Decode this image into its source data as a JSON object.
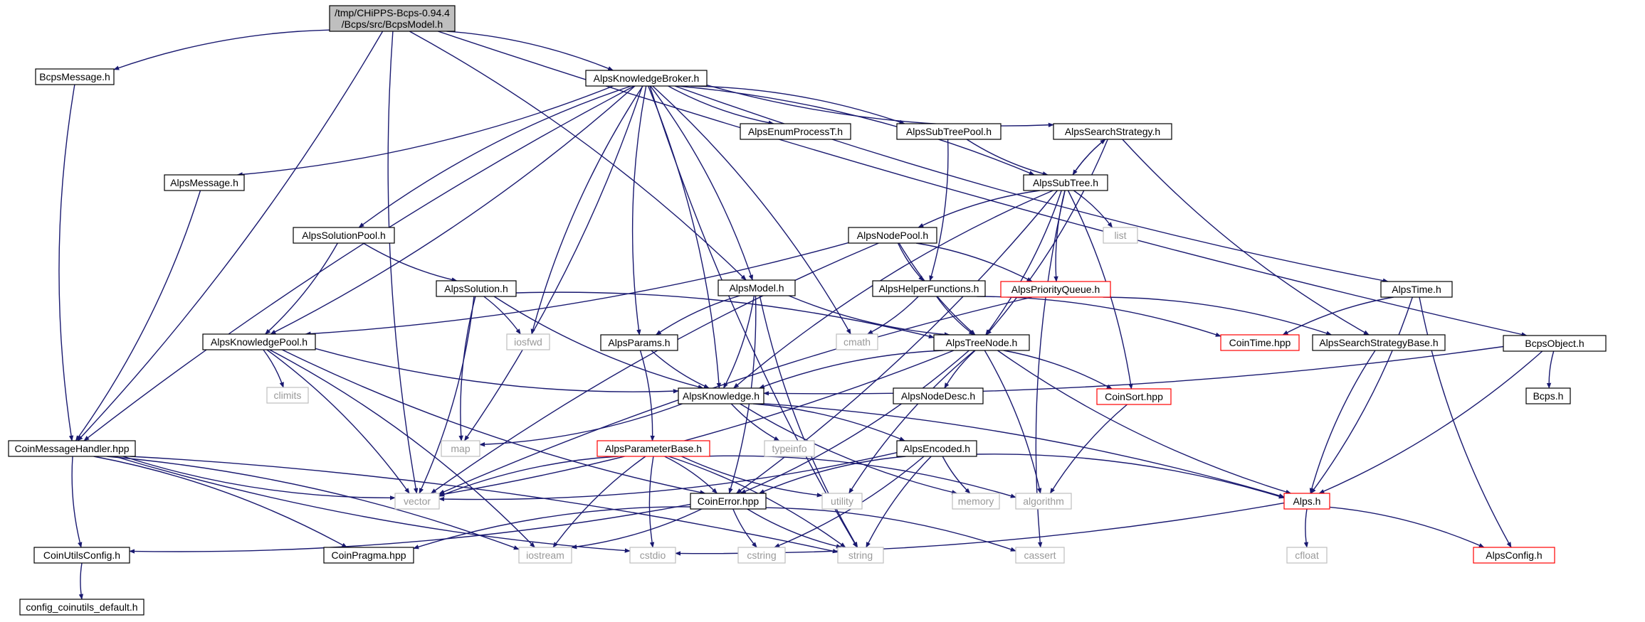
{
  "colors": {
    "edge": "#191970",
    "node_border": "#000000",
    "root_fill": "#bfbfbf",
    "node_fill": "#ffffff",
    "truncated_border": "#ff0000",
    "system_border": "#bfbfbf",
    "system_text": "#999999",
    "text": "#000000"
  },
  "nodes": [
    {
      "id": "root",
      "label": "/tmp/CHiPPS-Bcps-0.94.4\n/Bcps/src/BcpsModel.h",
      "kind": "root"
    },
    {
      "id": "BcpsMessage",
      "label": "BcpsMessage.h",
      "kind": "normal"
    },
    {
      "id": "AlpsKB",
      "label": "AlpsKnowledgeBroker.h",
      "kind": "normal"
    },
    {
      "id": "BcpsObject",
      "label": "BcpsObject.h",
      "kind": "normal"
    },
    {
      "id": "AlpsMessage",
      "label": "AlpsMessage.h",
      "kind": "normal"
    },
    {
      "id": "AlpsEnum",
      "label": "AlpsEnumProcessT.h",
      "kind": "normal"
    },
    {
      "id": "AlpsSubTreePool",
      "label": "AlpsSubTreePool.h",
      "kind": "normal"
    },
    {
      "id": "AlpsSearchStrategy",
      "label": "AlpsSearchStrategy.h",
      "kind": "normal"
    },
    {
      "id": "AlpsSubTree",
      "label": "AlpsSubTree.h",
      "kind": "normal"
    },
    {
      "id": "AlpsSolutionPool",
      "label": "AlpsSolutionPool.h",
      "kind": "normal"
    },
    {
      "id": "AlpsNodePool",
      "label": "AlpsNodePool.h",
      "kind": "normal"
    },
    {
      "id": "list",
      "label": "list",
      "kind": "system"
    },
    {
      "id": "AlpsSolution",
      "label": "AlpsSolution.h",
      "kind": "normal"
    },
    {
      "id": "AlpsModel",
      "label": "AlpsModel.h",
      "kind": "normal"
    },
    {
      "id": "AlpsHelperFunctions",
      "label": "AlpsHelperFunctions.h",
      "kind": "normal"
    },
    {
      "id": "AlpsPriorityQueue",
      "label": "AlpsPriorityQueue.h",
      "kind": "truncated"
    },
    {
      "id": "AlpsTime",
      "label": "AlpsTime.h",
      "kind": "normal"
    },
    {
      "id": "AlpsKnowledgePool",
      "label": "AlpsKnowledgePool.h",
      "kind": "normal"
    },
    {
      "id": "iosfwd",
      "label": "iosfwd",
      "kind": "system"
    },
    {
      "id": "AlpsParams",
      "label": "AlpsParams.h",
      "kind": "normal"
    },
    {
      "id": "cmath",
      "label": "cmath",
      "kind": "system"
    },
    {
      "id": "AlpsTreeNode",
      "label": "AlpsTreeNode.h",
      "kind": "normal"
    },
    {
      "id": "CoinTime",
      "label": "CoinTime.hpp",
      "kind": "truncated"
    },
    {
      "id": "AlpsSearchStrategyBase",
      "label": "AlpsSearchStrategyBase.h",
      "kind": "normal"
    },
    {
      "id": "climits",
      "label": "climits",
      "kind": "system"
    },
    {
      "id": "AlpsKnowledge",
      "label": "AlpsKnowledge.h",
      "kind": "normal"
    },
    {
      "id": "AlpsNodeDesc",
      "label": "AlpsNodeDesc.h",
      "kind": "normal"
    },
    {
      "id": "CoinSort",
      "label": "CoinSort.hpp",
      "kind": "truncated"
    },
    {
      "id": "Bcps",
      "label": "Bcps.h",
      "kind": "normal"
    },
    {
      "id": "CoinMessageHandler",
      "label": "CoinMessageHandler.hpp",
      "kind": "normal"
    },
    {
      "id": "map",
      "label": "map",
      "kind": "system"
    },
    {
      "id": "AlpsParameterBase",
      "label": "AlpsParameterBase.h",
      "kind": "truncated"
    },
    {
      "id": "typeinfo",
      "label": "typeinfo",
      "kind": "system"
    },
    {
      "id": "AlpsEncoded",
      "label": "AlpsEncoded.h",
      "kind": "normal"
    },
    {
      "id": "vector",
      "label": "vector",
      "kind": "system"
    },
    {
      "id": "utility",
      "label": "utility",
      "kind": "system"
    },
    {
      "id": "memory",
      "label": "memory",
      "kind": "system"
    },
    {
      "id": "algorithm",
      "label": "algorithm",
      "kind": "system"
    },
    {
      "id": "Alps",
      "label": "Alps.h",
      "kind": "truncated"
    },
    {
      "id": "CoinError",
      "label": "CoinError.hpp",
      "kind": "normal"
    },
    {
      "id": "CoinUtilsConfig",
      "label": "CoinUtilsConfig.h",
      "kind": "normal"
    },
    {
      "id": "CoinPragma",
      "label": "CoinPragma.hpp",
      "kind": "normal"
    },
    {
      "id": "iostream",
      "label": "iostream",
      "kind": "system"
    },
    {
      "id": "cstdio",
      "label": "cstdio",
      "kind": "system"
    },
    {
      "id": "cstring",
      "label": "cstring",
      "kind": "system"
    },
    {
      "id": "string",
      "label": "string",
      "kind": "system"
    },
    {
      "id": "cassert",
      "label": "cassert",
      "kind": "system"
    },
    {
      "id": "cfloat",
      "label": "cfloat",
      "kind": "system"
    },
    {
      "id": "AlpsConfig",
      "label": "AlpsConfig.h",
      "kind": "truncated"
    },
    {
      "id": "config_coinutils",
      "label": "config_coinutils_default.h",
      "kind": "normal"
    }
  ],
  "edges": [
    [
      "root",
      "BcpsMessage"
    ],
    [
      "root",
      "AlpsKB"
    ],
    [
      "root",
      "BcpsObject"
    ],
    [
      "root",
      "CoinMessageHandler"
    ],
    [
      "root",
      "vector"
    ],
    [
      "root",
      "AlpsModel"
    ],
    [
      "BcpsMessage",
      "CoinMessageHandler"
    ],
    [
      "AlpsKB",
      "AlpsMessage"
    ],
    [
      "AlpsKB",
      "AlpsEnum"
    ],
    [
      "AlpsKB",
      "AlpsSubTreePool"
    ],
    [
      "AlpsKB",
      "AlpsSearchStrategy"
    ],
    [
      "AlpsKB",
      "AlpsSubTree"
    ],
    [
      "AlpsKB",
      "AlpsSolutionPool"
    ],
    [
      "AlpsKB",
      "AlpsModel"
    ],
    [
      "AlpsKB",
      "AlpsTime"
    ],
    [
      "AlpsKB",
      "AlpsKnowledgePool"
    ],
    [
      "AlpsKB",
      "AlpsParams"
    ],
    [
      "AlpsKB",
      "AlpsKnowledge"
    ],
    [
      "AlpsKB",
      "CoinMessageHandler"
    ],
    [
      "AlpsKB",
      "map"
    ],
    [
      "AlpsKB",
      "iosfwd"
    ],
    [
      "AlpsKB",
      "cmath"
    ],
    [
      "AlpsKB",
      "string"
    ],
    [
      "AlpsMessage",
      "CoinMessageHandler"
    ],
    [
      "AlpsSubTreePool",
      "AlpsSubTree"
    ],
    [
      "AlpsSubTreePool",
      "AlpsHelperFunctions"
    ],
    [
      "AlpsSearchStrategy",
      "AlpsSubTree"
    ],
    [
      "AlpsSearchStrategy",
      "AlpsTreeNode"
    ],
    [
      "AlpsSearchStrategy",
      "AlpsSearchStrategyBase"
    ],
    [
      "AlpsSubTree",
      "AlpsSearchStrategy"
    ],
    [
      "AlpsSubTree",
      "AlpsNodePool"
    ],
    [
      "AlpsSubTree",
      "list"
    ],
    [
      "AlpsSubTree",
      "AlpsPriorityQueue"
    ],
    [
      "AlpsSubTree",
      "AlpsTreeNode"
    ],
    [
      "AlpsSubTree",
      "AlpsKnowledge"
    ],
    [
      "AlpsSubTree",
      "CoinSort"
    ],
    [
      "AlpsSubTree",
      "cassert"
    ],
    [
      "AlpsSubTree",
      "CoinError"
    ],
    [
      "AlpsSolutionPool",
      "AlpsSolution"
    ],
    [
      "AlpsSolutionPool",
      "AlpsKnowledgePool"
    ],
    [
      "AlpsNodePool",
      "AlpsHelperFunctions"
    ],
    [
      "AlpsNodePool",
      "AlpsPriorityQueue"
    ],
    [
      "AlpsNodePool",
      "AlpsTreeNode"
    ],
    [
      "AlpsNodePool",
      "AlpsKnowledgePool"
    ],
    [
      "AlpsNodePool",
      "vector"
    ],
    [
      "AlpsSolution",
      "iosfwd"
    ],
    [
      "AlpsSolution",
      "map"
    ],
    [
      "AlpsSolution",
      "vector"
    ],
    [
      "AlpsSolution",
      "AlpsKnowledge"
    ],
    [
      "AlpsSolution",
      "AlpsTreeNode"
    ],
    [
      "AlpsModel",
      "AlpsParams"
    ],
    [
      "AlpsModel",
      "AlpsKnowledge"
    ],
    [
      "AlpsModel",
      "AlpsTreeNode"
    ],
    [
      "AlpsModel",
      "CoinError"
    ],
    [
      "AlpsModel",
      "string"
    ],
    [
      "AlpsHelperFunctions",
      "cmath"
    ],
    [
      "AlpsHelperFunctions",
      "AlpsTreeNode"
    ],
    [
      "AlpsHelperFunctions",
      "CoinTime"
    ],
    [
      "AlpsPriorityQueue",
      "vector"
    ],
    [
      "AlpsPriorityQueue",
      "AlpsSearchStrategyBase"
    ],
    [
      "AlpsTime",
      "CoinTime"
    ],
    [
      "AlpsTime",
      "Alps"
    ],
    [
      "AlpsTime",
      "AlpsConfig"
    ],
    [
      "AlpsKnowledgePool",
      "climits"
    ],
    [
      "AlpsKnowledgePool",
      "AlpsKnowledge"
    ],
    [
      "AlpsKnowledgePool",
      "vector"
    ],
    [
      "AlpsKnowledgePool",
      "CoinError"
    ],
    [
      "AlpsKnowledgePool",
      "iostream"
    ],
    [
      "AlpsParams",
      "AlpsKnowledge"
    ],
    [
      "AlpsParams",
      "AlpsParameterBase"
    ],
    [
      "AlpsTreeNode",
      "AlpsNodeDesc"
    ],
    [
      "AlpsTreeNode",
      "CoinSort"
    ],
    [
      "AlpsTreeNode",
      "AlpsKnowledge"
    ],
    [
      "AlpsTreeNode",
      "vector"
    ],
    [
      "AlpsTreeNode",
      "utility"
    ],
    [
      "AlpsTreeNode",
      "algorithm"
    ],
    [
      "AlpsTreeNode",
      "Alps"
    ],
    [
      "AlpsTreeNode",
      "CoinError"
    ],
    [
      "AlpsSearchStrategyBase",
      "Alps"
    ],
    [
      "AlpsKnowledge",
      "map"
    ],
    [
      "AlpsKnowledge",
      "typeinfo"
    ],
    [
      "AlpsKnowledge",
      "AlpsEncoded"
    ],
    [
      "AlpsKnowledge",
      "memory"
    ],
    [
      "AlpsKnowledge",
      "Alps"
    ],
    [
      "CoinSort",
      "algorithm"
    ],
    [
      "BcpsObject",
      "AlpsKnowledge"
    ],
    [
      "BcpsObject",
      "Bcps"
    ],
    [
      "BcpsObject",
      "Alps"
    ],
    [
      "CoinMessageHandler",
      "CoinUtilsConfig"
    ],
    [
      "CoinMessageHandler",
      "CoinPragma"
    ],
    [
      "CoinMessageHandler",
      "vector"
    ],
    [
      "CoinMessageHandler",
      "iostream"
    ],
    [
      "CoinMessageHandler",
      "cstdio"
    ],
    [
      "CoinMessageHandler",
      "string"
    ],
    [
      "AlpsParameterBase",
      "vector"
    ],
    [
      "AlpsParameterBase",
      "CoinError"
    ],
    [
      "AlpsParameterBase",
      "utility"
    ],
    [
      "AlpsParameterBase",
      "algorithm"
    ],
    [
      "AlpsParameterBase",
      "cstdio"
    ],
    [
      "AlpsParameterBase",
      "string"
    ],
    [
      "AlpsParameterBase",
      "iostream"
    ],
    [
      "AlpsEncoded",
      "vector"
    ],
    [
      "AlpsEncoded",
      "memory"
    ],
    [
      "AlpsEncoded",
      "Alps"
    ],
    [
      "AlpsEncoded",
      "CoinError"
    ],
    [
      "AlpsEncoded",
      "cstring"
    ],
    [
      "AlpsEncoded",
      "string"
    ],
    [
      "CoinError",
      "CoinUtilsConfig"
    ],
    [
      "CoinError",
      "CoinPragma"
    ],
    [
      "CoinError",
      "iostream"
    ],
    [
      "CoinError",
      "string"
    ],
    [
      "CoinError",
      "cassert"
    ],
    [
      "CoinError",
      "cstring"
    ],
    [
      "Alps",
      "cstdio"
    ],
    [
      "Alps",
      "cfloat"
    ],
    [
      "Alps",
      "AlpsConfig"
    ],
    [
      "CoinUtilsConfig",
      "config_coinutils"
    ]
  ]
}
